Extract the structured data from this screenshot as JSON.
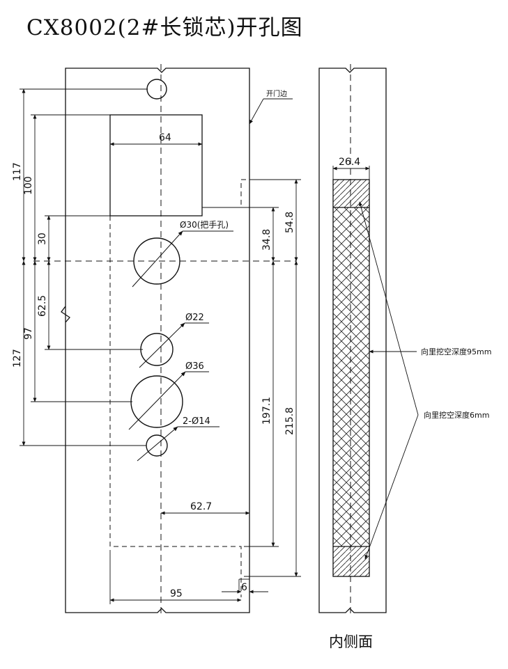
{
  "title": "CX8002(2#长锁芯)开孔图",
  "labels": {
    "open_edge": "开门边",
    "side_caption": "内侧面",
    "pocket_95": "向里挖空深度95mm",
    "pocket_6": "向里挖空深度6mm"
  },
  "dimensions": {
    "d64": "64",
    "d117": "117",
    "d100": "100",
    "d30": "30",
    "d62_5": "62.5",
    "d97": "97",
    "d127": "127",
    "d34_8": "34.8",
    "d54_8": "54.8",
    "d197_1": "197.1",
    "d215_8": "215.8",
    "d62_7": "62.7",
    "d95": "95",
    "d6": "6",
    "d26_4": "26.4"
  },
  "holes": {
    "handle": "Ø30(把手孔)",
    "h22": "Ø22",
    "h36": "Ø36",
    "h14": "2-Ø14"
  }
}
